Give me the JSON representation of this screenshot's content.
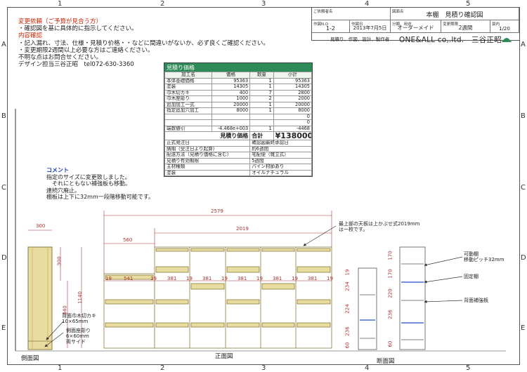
{
  "grid": {
    "columns": [
      "1",
      "2",
      "3",
      "4",
      "5"
    ],
    "rows": [
      "A",
      "B",
      "C",
      "D",
      "E"
    ]
  },
  "notes": {
    "change_title": "変更依頼（ご予算が見合う方）",
    "change_body": "・確認図を基に具体的に指示してください。",
    "confirm_title": "内容確認",
    "confirm_line1": "・記入漏れ、寸法、仕様・見積り价格・・などに間違いがないか、必ず良くご確認ください。",
    "confirm_line2": "・変更期限2週間以上必要な方はご連絡ください。",
    "confirm_line3": "不明な点はお問合せください。",
    "contact": "デザイン担当三谷正昭　tel072-630-3360"
  },
  "title_block": {
    "customer_label": "ご依頼者名",
    "drawing_name_label": "図面名",
    "drawing_name": "本棚　見積り確認図",
    "drawing_no_label": "作図N.O",
    "drawing_no": "1-2",
    "date_label": "作図日",
    "date": "2013年7月5日",
    "category_label": "分類、用途",
    "category": "オーダーメイド",
    "period_label": "変更期限",
    "period": "2週間",
    "page_label": "頁内",
    "page": "1/20",
    "firm_line": "見積り、作図、設計、製作者",
    "company": "ONE&ALL co,.ltd.　三谷正昭"
  },
  "estimate": {
    "title": "見積り価格",
    "columns": [
      "加工名",
      "価格",
      "数量",
      "小計"
    ],
    "rows": [
      [
        "本体基礎価格",
        "95363",
        "1",
        "95363"
      ],
      [
        "塗装",
        "14305",
        "1",
        "14305"
      ],
      [
        "巾木切カキ",
        "400",
        "7",
        "2800"
      ],
      [
        "巾木座彫り",
        "1000",
        "2",
        "2000"
      ],
      [
        "追加加工一式",
        "20000",
        "1",
        "20000"
      ],
      [
        "指定追加穴加工",
        "8000",
        "1",
        "8000"
      ],
      [
        "",
        "",
        "",
        "0"
      ],
      [
        "",
        "",
        "",
        "0"
      ],
      [
        "端数値引",
        "-4.468e+003",
        "1",
        "-4468"
      ]
    ],
    "total_label": "見積り価格",
    "total_sub": "合計",
    "total": "¥138000",
    "info": [
      [
        "正式発注日",
        "確認図最終承認日"
      ],
      [
        "納期（受注日より起算）",
        "約6週間"
      ],
      [
        "配送方法（見積り価格に含む）",
        "宅配便（雑立式）"
      ],
      [
        "見積り有効期限",
        "5週間"
      ],
      [
        "主材種類",
        "パイン材節あり"
      ],
      [
        "塗装",
        "オイルナチュラル"
      ]
    ]
  },
  "comment": {
    "title": "コメント",
    "lines": [
      "指定のサイズに変更致しました。",
      "それにともない補強板も移動。",
      "連続穴廃止。",
      "棚板は上下に32mm一段階移動可能です。"
    ]
  },
  "views": {
    "side": "側面図",
    "front": "正面図",
    "section": "断面図"
  },
  "dimensions": {
    "side_width": "300",
    "overall_width": "2579",
    "upper_width": "2019",
    "step_width": "560",
    "side_h1": "300",
    "side_h2": "1140",
    "side_h3": "840",
    "gap19": "19",
    "w541": "541",
    "w381": "381",
    "sec_h1": "234",
    "sec_h2": "224",
    "sec_h3": "236",
    "sec_h4": "60",
    "sec2_h1": "170",
    "sec2_h2": "170",
    "sec2_h3": "220",
    "sec2_h4": "236",
    "sec2_h5": "60",
    "sec_19": "19"
  },
  "callouts": {
    "top_board": "最上部の天板は上かぶせ式2019mm\nは一枚です。",
    "movable": "可動棚\n移動ピッチ32mm",
    "fixed": "固定棚",
    "back": "背面補強板",
    "baseboard": "背面巾木切カキ\n10×65mm",
    "bottom_carve": "側面座彫り\n6×60mm\n両サイド"
  },
  "colors": {
    "wood": "#e9dca0",
    "wood_dark": "#c8b56a",
    "accent_red": "#cc2200",
    "accent_green": "#2e8b57",
    "comment_blue": "#1a3fbf",
    "shelf_blue": "#4a6fd0"
  }
}
